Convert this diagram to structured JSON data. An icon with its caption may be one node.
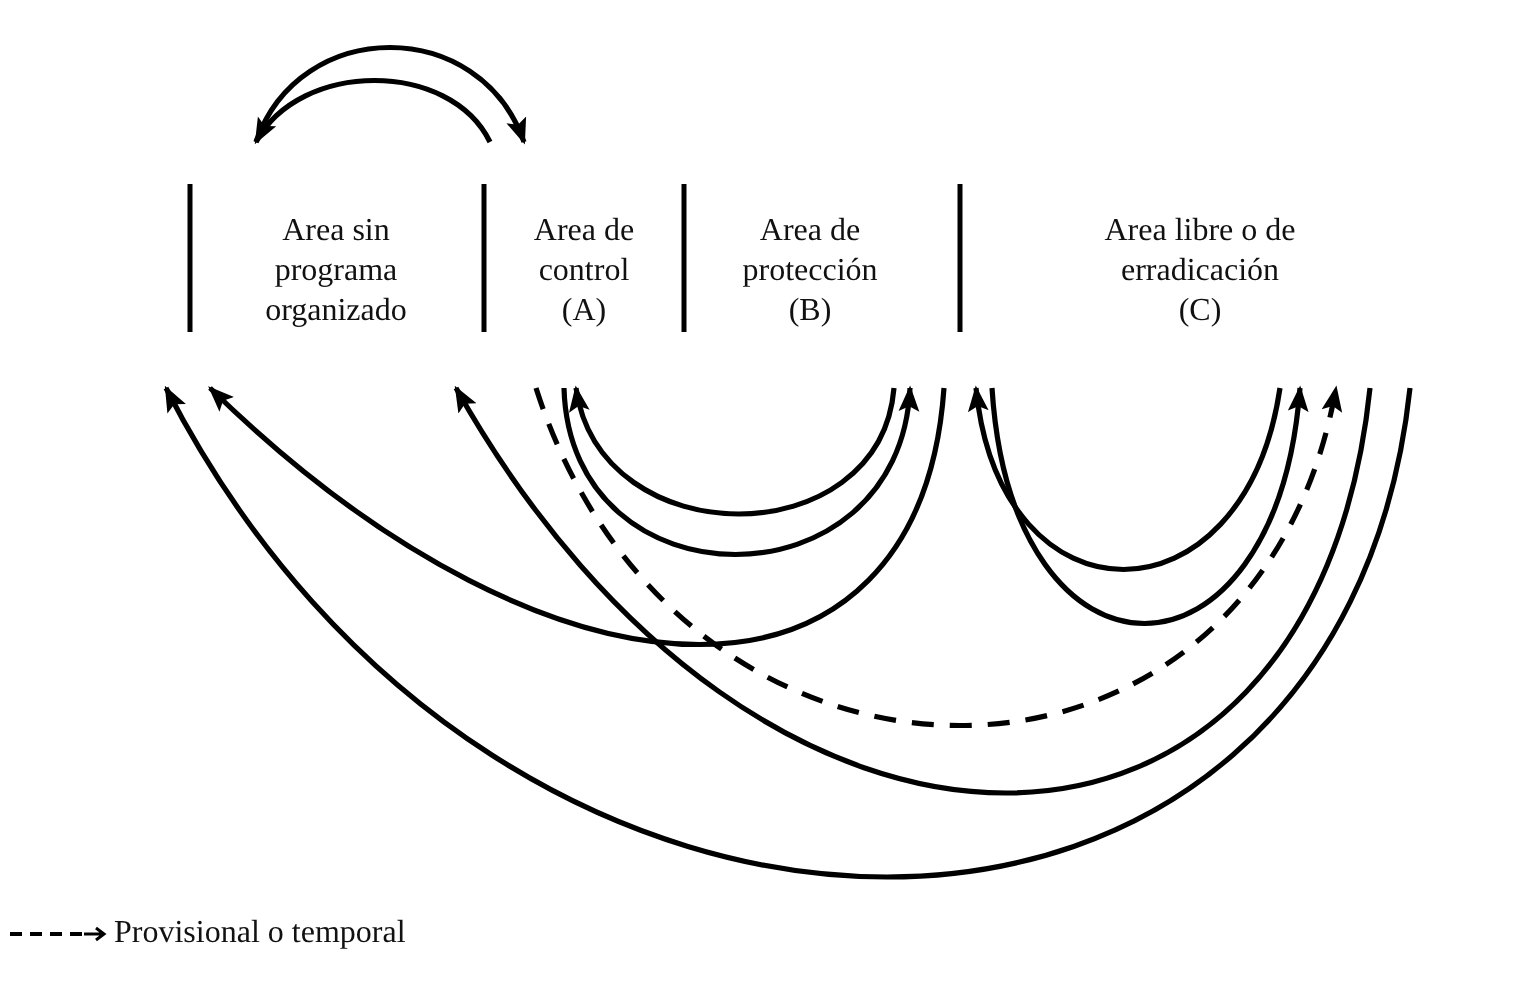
{
  "diagram": {
    "nodes": [
      {
        "text": [
          "Area sin programa organizado"
        ]
      },
      {
        "text": [
          "Area de control (A)"
        ]
      },
      {
        "text": [
          "Area de protección (B)"
        ]
      },
      {
        "text": [
          "Area libre o de erradicación (C)"
        ]
      }
    ],
    "edges": [
      {
        "from": 0,
        "to": 1,
        "arrow": "to"
      },
      {
        "from": 1,
        "to": 0,
        "arrow": "to"
      },
      {
        "from": 2,
        "to": 1,
        "arrow": "to"
      },
      {
        "from": 1,
        "to": 2,
        "arrow": "to"
      },
      {
        "from": 2,
        "to": 0,
        "arrow": "to"
      },
      {
        "from": 3,
        "to": 0,
        "arrow": "to"
      },
      {
        "from": 1,
        "to": 3,
        "arrow": "to",
        "style": "dashed"
      },
      {
        "from": 3,
        "to": 0,
        "arrow": "to"
      },
      {
        "from": 3,
        "to": 2,
        "arrow": "to"
      },
      {
        "from": 2,
        "to": 3,
        "arrow": "to"
      }
    ],
    "legend": [
      {
        "text": "Provisional o temporal"
      }
    ]
  }
}
